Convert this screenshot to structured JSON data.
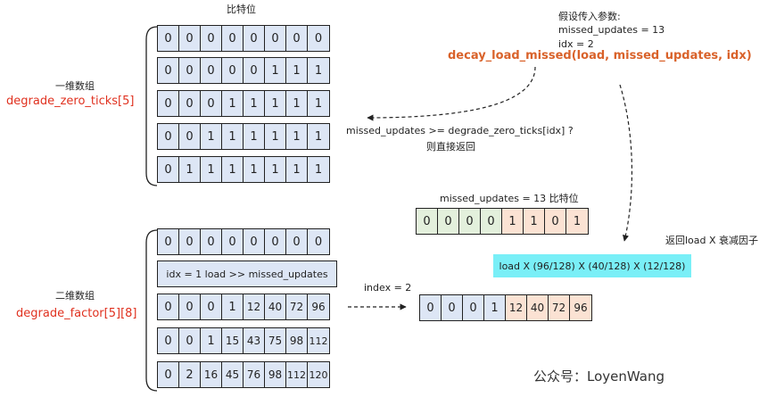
{
  "bit_label": "比特位",
  "oned": {
    "title": "一维数组",
    "name": "degrade_zero_ticks[5]",
    "rows": [
      [
        "0",
        "0",
        "0",
        "0",
        "0",
        "0",
        "0",
        "0"
      ],
      [
        "0",
        "0",
        "0",
        "0",
        "0",
        "1",
        "1",
        "1"
      ],
      [
        "0",
        "0",
        "0",
        "1",
        "1",
        "1",
        "1",
        "1"
      ],
      [
        "0",
        "0",
        "1",
        "1",
        "1",
        "1",
        "1",
        "1"
      ],
      [
        "0",
        "1",
        "1",
        "1",
        "1",
        "1",
        "1",
        "1"
      ]
    ]
  },
  "twod": {
    "title": "二维数组",
    "name": "degrade_factor[5][8]",
    "row0": [
      "0",
      "0",
      "0",
      "0",
      "0",
      "0",
      "0",
      "0"
    ],
    "merged_note": "idx = 1  load >> missed_updates",
    "rows": [
      [
        "0",
        "0",
        "0",
        "1",
        "12",
        "40",
        "72",
        "96"
      ],
      [
        "0",
        "0",
        "1",
        "15",
        "43",
        "75",
        "98",
        "112"
      ],
      [
        "0",
        "2",
        "16",
        "45",
        "76",
        "98",
        "112",
        "120"
      ]
    ]
  },
  "params": {
    "heading": "假设传入参数:",
    "missed": "missed_updates = 13",
    "idx": "idx = 2",
    "func": "decay_load_missed(load, missed_updates, idx)"
  },
  "condition": {
    "line1": "missed_updates >= degrade_zero_ticks[idx] ?",
    "line2": "则直接返回"
  },
  "bits13": {
    "label": "missed_updates = 13 比特位",
    "cells": [
      "0",
      "0",
      "0",
      "0",
      "1",
      "1",
      "0",
      "1"
    ]
  },
  "return_label": "返回load X 衰减因子",
  "formula": "load X (96/128) X (40/128) X (12/128)",
  "index_label": "index = 2",
  "index_row": [
    "0",
    "0",
    "0",
    "1",
    "12",
    "40",
    "72",
    "96"
  ],
  "watermark": "公众号：LoyenWang",
  "colors": {
    "accent_red": "#e0311f",
    "func_orange": "#d9622a",
    "formula_bg": "#79eff7",
    "cell_blue": "#dde6f5",
    "cell_peach": "#fbe2d3",
    "cell_green": "#e3f0dc"
  }
}
